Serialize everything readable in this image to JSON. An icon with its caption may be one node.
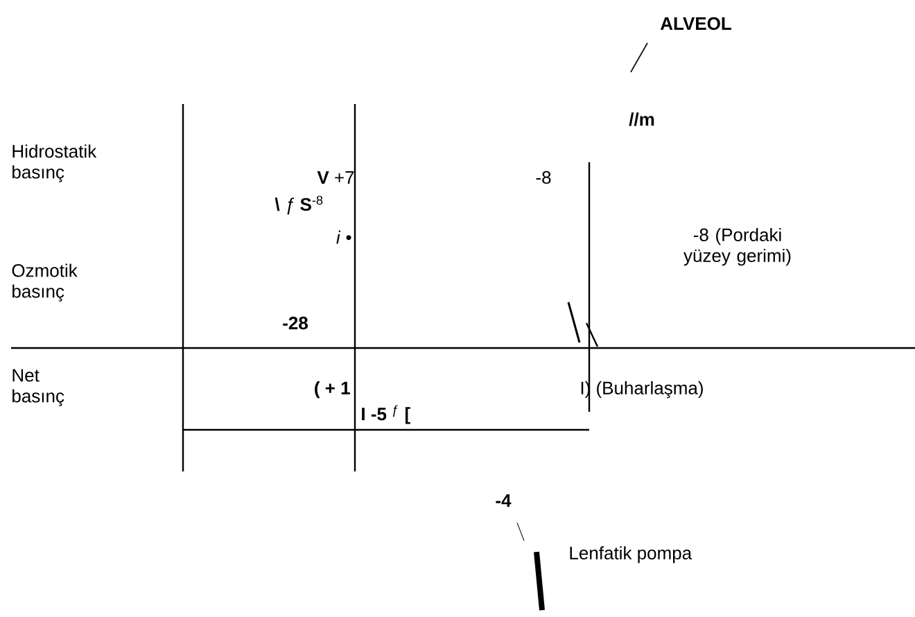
{
  "diagram": {
    "labels": [
      "ALVEOL",
      "//m",
      "Hidrostatik basınç",
      "**V** +7",
      "-8",
      "**\\** *ƒ* **S**$^{-8}$",
      "*i* •",
      "-8 (Pordaki yüzey gerimi)",
      "Ozmotik basınç",
      "-28",
      "Net basınç",
      "( + 1",
      "**I -5** $^{ƒ}$ **[**",
      "I) (Buharlaşma)",
      "-4",
      "Lenfatik pompa"
    ]
  }
}
